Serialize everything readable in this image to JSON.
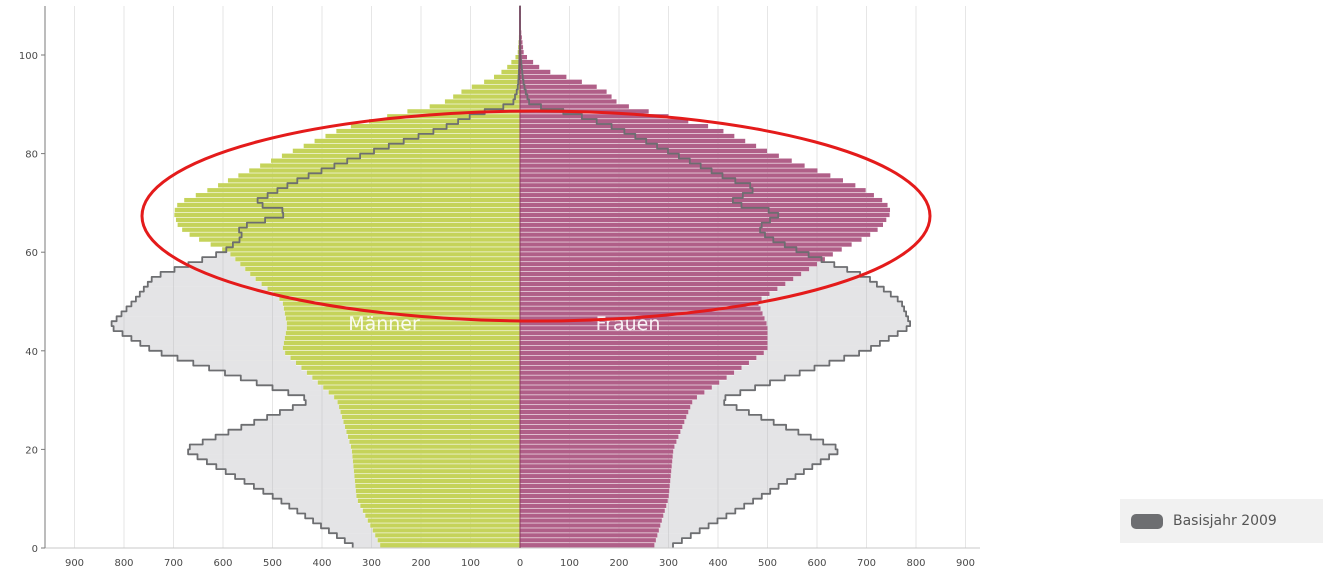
{
  "chart_data": {
    "type": "bar",
    "subtype": "population-pyramid",
    "title": "",
    "xlabel": "",
    "ylabel": "",
    "x_ticks": [
      "900",
      "800",
      "700",
      "600",
      "500",
      "400",
      "300",
      "200",
      "100",
      "0",
      "100",
      "200",
      "300",
      "400",
      "500",
      "600",
      "700",
      "800",
      "900"
    ],
    "y_ticks": [
      "0",
      "20",
      "40",
      "60",
      "80",
      "100"
    ],
    "xlim": [
      -900,
      900
    ],
    "ylim": [
      0,
      110
    ],
    "grid": "vertical",
    "sides": {
      "left": "Männer",
      "right": "Frauen"
    },
    "age_points": [
      0,
      10,
      20,
      30,
      40,
      45,
      50,
      55,
      60,
      63,
      65,
      68,
      70,
      73,
      75,
      80,
      85,
      88,
      90,
      93,
      95,
      97,
      100,
      105
    ],
    "series": [
      {
        "name": "Männer",
        "color": "#c5d35a",
        "values": [
          280,
          330,
          340,
          370,
          480,
          470,
          480,
          540,
          590,
          660,
          690,
          700,
          690,
          620,
          580,
          470,
          360,
          250,
          160,
          110,
          60,
          30,
          5,
          1
        ]
      },
      {
        "name": "Frauen",
        "color": "#b05f88",
        "values": [
          270,
          300,
          310,
          350,
          500,
          500,
          480,
          560,
          640,
          700,
          730,
          750,
          740,
          690,
          640,
          510,
          400,
          280,
          200,
          170,
          110,
          45,
          8,
          2
        ]
      },
      {
        "name": "Basisjahr 2009",
        "type": "line",
        "color": "#6d6e71",
        "male": [
          330,
          490,
          680,
          420,
          740,
          830,
          780,
          740,
          600,
          560,
          570,
          460,
          540,
          480,
          440,
          310,
          160,
          90,
          15,
          5,
          3,
          2,
          1,
          0
        ],
        "female": [
          300,
          480,
          650,
          400,
          700,
          790,
          770,
          700,
          570,
          500,
          480,
          530,
          420,
          480,
          420,
          310,
          200,
          110,
          20,
          10,
          6,
          4,
          1,
          0
        ]
      }
    ],
    "annotations": [
      "red-ellipse-highlight"
    ],
    "legend": {
      "position": "bottom-right",
      "label": "Basisjahr 2009"
    }
  },
  "colors": {
    "male": "#c5d35a",
    "female": "#b05f88",
    "base_line": "#6d6e71",
    "base_fill": "#b2b3b6",
    "grid": "#e6e6e6",
    "axis": "#7a7a7a",
    "ellipse": "#e41b1b"
  },
  "labels": {
    "male": "Männer",
    "female": "Frauen"
  },
  "legend": {
    "label": "Basisjahr 2009",
    "icon": "legend-swatch-icon"
  }
}
